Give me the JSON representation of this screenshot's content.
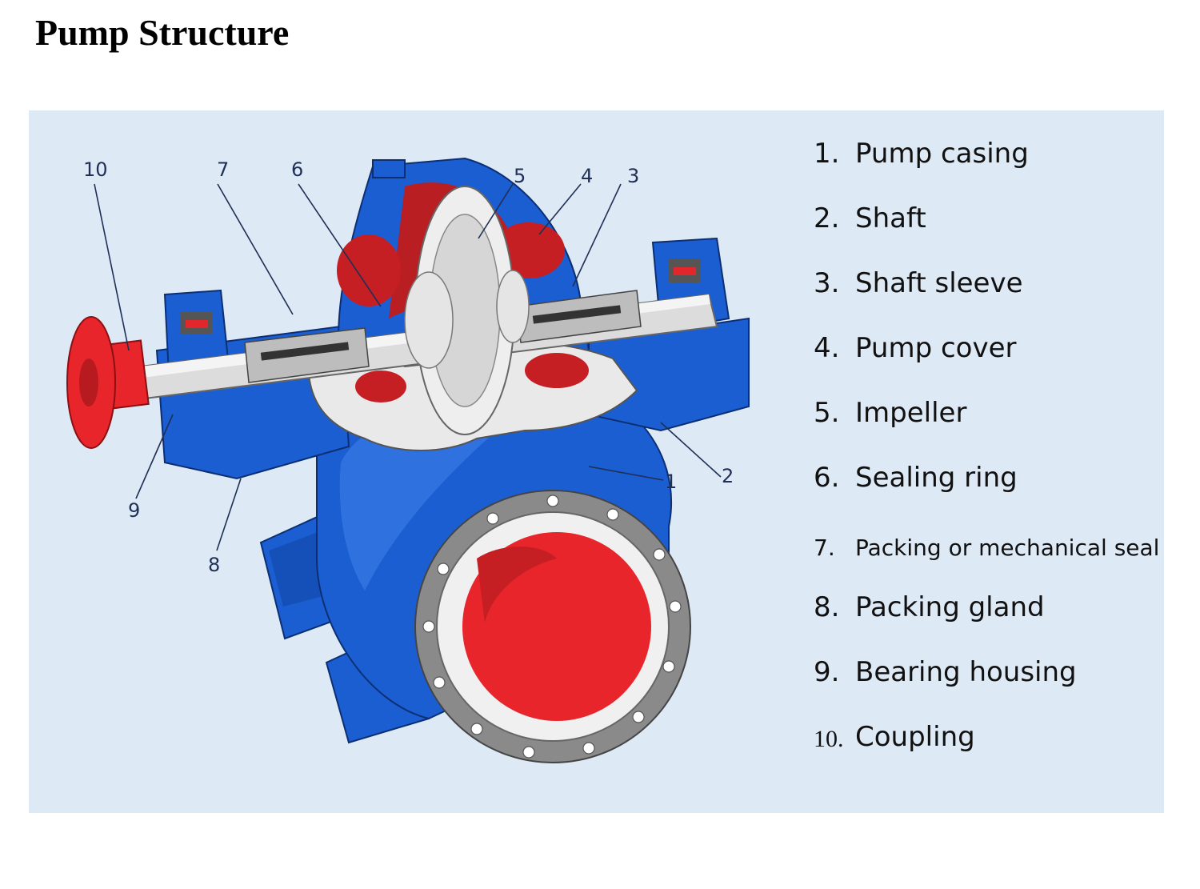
{
  "title": "Pump Structure",
  "colors": {
    "panel_bg": "#dde9f5",
    "casing_blue": "#1a5ed1",
    "casing_dark": "#0f3f9a",
    "inner_red": "#e3262b",
    "coupling_red": "#e8252b",
    "shaft_gray": "#d9d9d9",
    "flange_gray": "#8a8a8a",
    "callout_text": "#1f2f55"
  },
  "callouts": [
    "10",
    "7",
    "6",
    "5",
    "4",
    "3",
    "2",
    "1",
    "9",
    "8"
  ],
  "legend": [
    {
      "num": "1.",
      "label": "Pump casing"
    },
    {
      "num": "2.",
      "label": "Shaft"
    },
    {
      "num": "3.",
      "label": "Shaft sleeve"
    },
    {
      "num": "4.",
      "label": "Pump cover"
    },
    {
      "num": "5.",
      "label": "Impeller"
    },
    {
      "num": "6.",
      "label": "Sealing ring"
    },
    {
      "num": "7.",
      "label": "Packing or mechanical seal"
    },
    {
      "num": "8.",
      "label": "Packing gland"
    },
    {
      "num": "9.",
      "label": "Bearing housing"
    },
    {
      "num": "10.",
      "label": "Coupling"
    }
  ]
}
